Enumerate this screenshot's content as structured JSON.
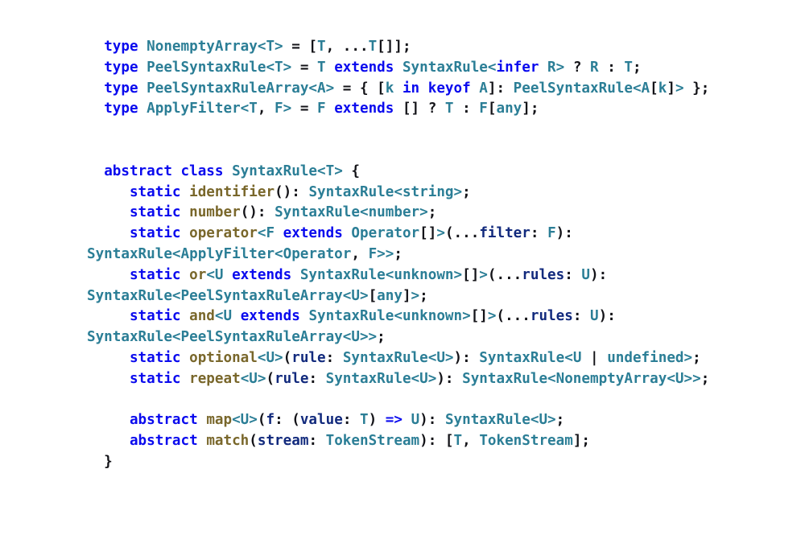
{
  "page": {
    "background": "#ffffff"
  },
  "colors": {
    "keyword": "#0a0aee",
    "type": "#2b7e96",
    "function": "#79672b",
    "parameter": "#122a7d",
    "punctuation": "#131318"
  },
  "code": {
    "language": "typescript",
    "lines": [
      {
        "tokens": [
          [
            "pun",
            "  "
          ],
          [
            "kw",
            "type"
          ],
          [
            "pun",
            " "
          ],
          [
            "typ",
            "NonemptyArray<T>"
          ],
          [
            "pun",
            " = ["
          ],
          [
            "typ",
            "T"
          ],
          [
            "pun",
            ", ..."
          ],
          [
            "typ",
            "T"
          ],
          [
            "pun",
            "[]];"
          ]
        ]
      },
      {
        "tokens": [
          [
            "pun",
            "  "
          ],
          [
            "kw",
            "type"
          ],
          [
            "pun",
            " "
          ],
          [
            "typ",
            "PeelSyntaxRule<T>"
          ],
          [
            "pun",
            " = "
          ],
          [
            "typ",
            "T"
          ],
          [
            "pun",
            " "
          ],
          [
            "kw",
            "extends"
          ],
          [
            "pun",
            " "
          ],
          [
            "typ",
            "SyntaxRule<"
          ],
          [
            "kw",
            "infer"
          ],
          [
            "pun",
            " "
          ],
          [
            "typ",
            "R>"
          ],
          [
            "pun",
            " ? "
          ],
          [
            "typ",
            "R"
          ],
          [
            "pun",
            " : "
          ],
          [
            "typ",
            "T"
          ],
          [
            "pun",
            ";"
          ]
        ]
      },
      {
        "tokens": [
          [
            "pun",
            "  "
          ],
          [
            "kw",
            "type"
          ],
          [
            "pun",
            " "
          ],
          [
            "typ",
            "PeelSyntaxRuleArray<A>"
          ],
          [
            "pun",
            " = { ["
          ],
          [
            "typ",
            "k"
          ],
          [
            "pun",
            " "
          ],
          [
            "kw",
            "in"
          ],
          [
            "pun",
            " "
          ],
          [
            "kw",
            "keyof"
          ],
          [
            "pun",
            " "
          ],
          [
            "typ",
            "A"
          ],
          [
            "pun",
            "]: "
          ],
          [
            "typ",
            "PeelSyntaxRule<A"
          ],
          [
            "pun",
            "["
          ],
          [
            "typ",
            "k"
          ],
          [
            "pun",
            "]"
          ],
          [
            "typ",
            ">"
          ],
          [
            "pun",
            " };"
          ]
        ]
      },
      {
        "tokens": [
          [
            "pun",
            "  "
          ],
          [
            "kw",
            "type"
          ],
          [
            "pun",
            " "
          ],
          [
            "typ",
            "ApplyFilter<T"
          ],
          [
            "pun",
            ", "
          ],
          [
            "typ",
            "F>"
          ],
          [
            "pun",
            " = "
          ],
          [
            "typ",
            "F"
          ],
          [
            "pun",
            " "
          ],
          [
            "kw",
            "extends"
          ],
          [
            "pun",
            " [] ? "
          ],
          [
            "typ",
            "T"
          ],
          [
            "pun",
            " : "
          ],
          [
            "typ",
            "F"
          ],
          [
            "pun",
            "["
          ],
          [
            "typ",
            "any"
          ],
          [
            "pun",
            "];"
          ]
        ]
      },
      {
        "tokens": []
      },
      {
        "tokens": []
      },
      {
        "tokens": [
          [
            "pun",
            "  "
          ],
          [
            "kw",
            "abstract"
          ],
          [
            "pun",
            " "
          ],
          [
            "kw",
            "class"
          ],
          [
            "pun",
            " "
          ],
          [
            "typ",
            "SyntaxRule<T>"
          ],
          [
            "pun",
            " {"
          ]
        ]
      },
      {
        "tokens": [
          [
            "pun",
            "     "
          ],
          [
            "kw",
            "static"
          ],
          [
            "pun",
            " "
          ],
          [
            "fn",
            "identifier"
          ],
          [
            "pun",
            "(): "
          ],
          [
            "typ",
            "SyntaxRule<string>"
          ],
          [
            "pun",
            ";"
          ]
        ]
      },
      {
        "tokens": [
          [
            "pun",
            "     "
          ],
          [
            "kw",
            "static"
          ],
          [
            "pun",
            " "
          ],
          [
            "fn",
            "number"
          ],
          [
            "pun",
            "(): "
          ],
          [
            "typ",
            "SyntaxRule<number>"
          ],
          [
            "pun",
            ";"
          ]
        ]
      },
      {
        "tokens": [
          [
            "pun",
            "     "
          ],
          [
            "kw",
            "static"
          ],
          [
            "pun",
            " "
          ],
          [
            "fn",
            "operator"
          ],
          [
            "typ",
            "<F"
          ],
          [
            "pun",
            " "
          ],
          [
            "kw",
            "extends"
          ],
          [
            "pun",
            " "
          ],
          [
            "typ",
            "Operator"
          ],
          [
            "pun",
            "[]"
          ],
          [
            "typ",
            ">"
          ],
          [
            "pun",
            "(..."
          ],
          [
            "par",
            "filter"
          ],
          [
            "pun",
            ": "
          ],
          [
            "typ",
            "F"
          ],
          [
            "pun",
            "):"
          ]
        ]
      },
      {
        "tokens": [
          [
            "typ",
            "SyntaxRule<ApplyFilter<Operator"
          ],
          [
            "pun",
            ", "
          ],
          [
            "typ",
            "F>>"
          ],
          [
            "pun",
            ";"
          ]
        ]
      },
      {
        "tokens": [
          [
            "pun",
            "     "
          ],
          [
            "kw",
            "static"
          ],
          [
            "pun",
            " "
          ],
          [
            "fn",
            "or"
          ],
          [
            "typ",
            "<U"
          ],
          [
            "pun",
            " "
          ],
          [
            "kw",
            "extends"
          ],
          [
            "pun",
            " "
          ],
          [
            "typ",
            "SyntaxRule<unknown>"
          ],
          [
            "pun",
            "[]"
          ],
          [
            "typ",
            ">"
          ],
          [
            "pun",
            "(..."
          ],
          [
            "par",
            "rules"
          ],
          [
            "pun",
            ": "
          ],
          [
            "typ",
            "U"
          ],
          [
            "pun",
            "):"
          ]
        ]
      },
      {
        "tokens": [
          [
            "typ",
            "SyntaxRule<PeelSyntaxRuleArray<U>"
          ],
          [
            "pun",
            "["
          ],
          [
            "typ",
            "any"
          ],
          [
            "pun",
            "]"
          ],
          [
            "typ",
            ">"
          ],
          [
            "pun",
            ";"
          ]
        ]
      },
      {
        "tokens": [
          [
            "pun",
            "     "
          ],
          [
            "kw",
            "static"
          ],
          [
            "pun",
            " "
          ],
          [
            "fn",
            "and"
          ],
          [
            "typ",
            "<U"
          ],
          [
            "pun",
            " "
          ],
          [
            "kw",
            "extends"
          ],
          [
            "pun",
            " "
          ],
          [
            "typ",
            "SyntaxRule<unknown>"
          ],
          [
            "pun",
            "[]"
          ],
          [
            "typ",
            ">"
          ],
          [
            "pun",
            "(..."
          ],
          [
            "par",
            "rules"
          ],
          [
            "pun",
            ": "
          ],
          [
            "typ",
            "U"
          ],
          [
            "pun",
            "):"
          ]
        ]
      },
      {
        "tokens": [
          [
            "typ",
            "SyntaxRule<PeelSyntaxRuleArray<U>>"
          ],
          [
            "pun",
            ";"
          ]
        ]
      },
      {
        "tokens": [
          [
            "pun",
            "     "
          ],
          [
            "kw",
            "static"
          ],
          [
            "pun",
            " "
          ],
          [
            "fn",
            "optional"
          ],
          [
            "typ",
            "<U>"
          ],
          [
            "pun",
            "("
          ],
          [
            "par",
            "rule"
          ],
          [
            "pun",
            ": "
          ],
          [
            "typ",
            "SyntaxRule<U>"
          ],
          [
            "pun",
            "): "
          ],
          [
            "typ",
            "SyntaxRule<U"
          ],
          [
            "pun",
            " | "
          ],
          [
            "typ",
            "undefined>"
          ],
          [
            "pun",
            ";"
          ]
        ]
      },
      {
        "tokens": [
          [
            "pun",
            "     "
          ],
          [
            "kw",
            "static"
          ],
          [
            "pun",
            " "
          ],
          [
            "fn",
            "repeat"
          ],
          [
            "typ",
            "<U>"
          ],
          [
            "pun",
            "("
          ],
          [
            "par",
            "rule"
          ],
          [
            "pun",
            ": "
          ],
          [
            "typ",
            "SyntaxRule<U>"
          ],
          [
            "pun",
            "): "
          ],
          [
            "typ",
            "SyntaxRule<NonemptyArray<U>>"
          ],
          [
            "pun",
            ";"
          ]
        ]
      },
      {
        "tokens": []
      },
      {
        "tokens": [
          [
            "pun",
            "     "
          ],
          [
            "kw",
            "abstract"
          ],
          [
            "pun",
            " "
          ],
          [
            "fn",
            "map"
          ],
          [
            "typ",
            "<U>"
          ],
          [
            "pun",
            "("
          ],
          [
            "par",
            "f"
          ],
          [
            "pun",
            ": ("
          ],
          [
            "par",
            "value"
          ],
          [
            "pun",
            ": "
          ],
          [
            "typ",
            "T"
          ],
          [
            "pun",
            ") "
          ],
          [
            "kw",
            "=>"
          ],
          [
            "pun",
            " "
          ],
          [
            "typ",
            "U"
          ],
          [
            "pun",
            "): "
          ],
          [
            "typ",
            "SyntaxRule<U>"
          ],
          [
            "pun",
            ";"
          ]
        ]
      },
      {
        "tokens": [
          [
            "pun",
            "     "
          ],
          [
            "kw",
            "abstract"
          ],
          [
            "pun",
            " "
          ],
          [
            "fn",
            "match"
          ],
          [
            "pun",
            "("
          ],
          [
            "par",
            "stream"
          ],
          [
            "pun",
            ": "
          ],
          [
            "typ",
            "TokenStream"
          ],
          [
            "pun",
            "): ["
          ],
          [
            "typ",
            "T"
          ],
          [
            "pun",
            ", "
          ],
          [
            "typ",
            "TokenStream"
          ],
          [
            "pun",
            "];"
          ]
        ]
      },
      {
        "tokens": [
          [
            "pun",
            "  }"
          ]
        ]
      }
    ]
  }
}
